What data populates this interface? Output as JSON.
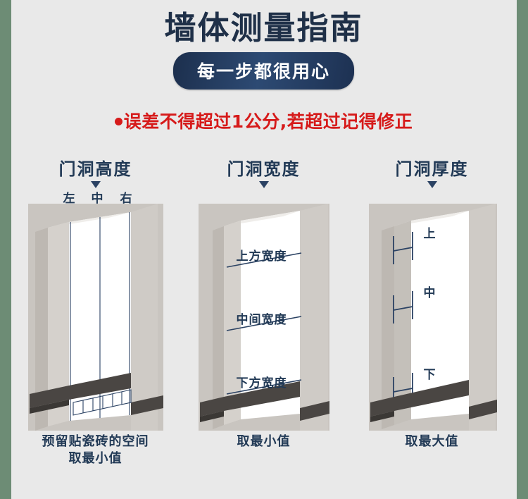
{
  "header": {
    "title": "墙体测量指南",
    "pill_label": "每一步都很用心",
    "note": "误差不得超过1公分,若超过记得修正",
    "note_bullet_color": "#d61a1a",
    "title_color": "#1f3048",
    "pill_color": "#23395c"
  },
  "theme": {
    "background": "#e9e9e9",
    "edge_green": "#6d8c75",
    "wall_gray": "#c9c5c0",
    "jamb_light": "#d8d4cf",
    "floor_dark": "#4a4643",
    "ink": "#223a56"
  },
  "panels": [
    {
      "title": "门洞高度",
      "arrow": "triangle-down-icon",
      "marks": [
        "左",
        "中",
        "右"
      ],
      "caption": "预留贴瓷砖的空间\n取最小值"
    },
    {
      "title": "门洞宽度",
      "arrow": "triangle-down-icon",
      "marks": [
        "上方宽度",
        "中间宽度",
        "下方宽度"
      ],
      "caption": "取最小值"
    },
    {
      "title": "门洞厚度",
      "arrow": "triangle-down-icon",
      "marks": [
        "上",
        "中",
        "下"
      ],
      "caption": "取最大值"
    }
  ]
}
